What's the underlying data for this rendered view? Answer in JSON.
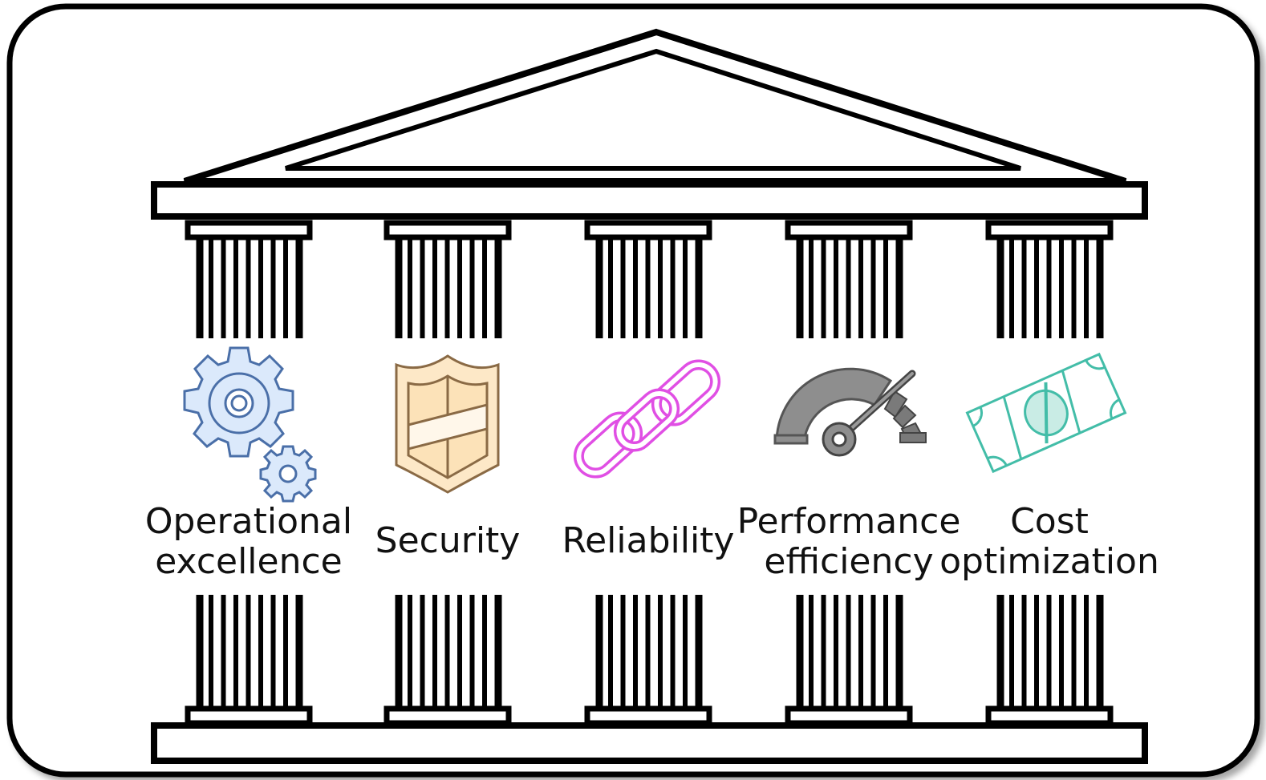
{
  "pillars": [
    {
      "id": "operational",
      "icon": "gears-icon",
      "label_lines": [
        "Operational",
        "excellence"
      ],
      "icon_color": "#5b8fd6"
    },
    {
      "id": "security",
      "icon": "shield-icon",
      "label_lines": [
        "Security"
      ],
      "icon_color": "#d8a45c"
    },
    {
      "id": "reliability",
      "icon": "chain-link-icon",
      "label_lines": [
        "Reliability"
      ],
      "icon_color": "#e15fe6"
    },
    {
      "id": "performance",
      "icon": "speedometer-icon",
      "label_lines": [
        "Performance",
        "efficiency"
      ],
      "icon_color": "#6b6b6b"
    },
    {
      "id": "cost",
      "icon": "banknote-icon",
      "label_lines": [
        "Cost",
        "optimization"
      ],
      "icon_color": "#4fc2ad"
    }
  ]
}
